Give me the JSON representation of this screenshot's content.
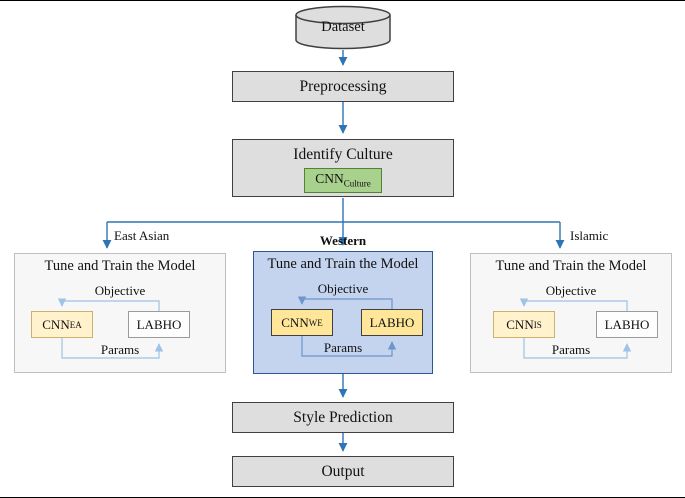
{
  "nodes": {
    "dataset": "Dataset",
    "preprocessing": "Preprocessing",
    "identify_culture": "Identify Culture",
    "cnn_culture": {
      "base": "CNN",
      "sub": "Culture"
    },
    "style_prediction": "Style Prediction",
    "output": "Output"
  },
  "branches": [
    {
      "label": "East Asian",
      "title": "Tune and Train the Model",
      "objective_label": "Objective",
      "params_label": "Params",
      "cnn": {
        "base": "CNN",
        "sub": "EA"
      },
      "optimizer": "LABHO",
      "highlighted": false
    },
    {
      "label": "Western",
      "title": "Tune and Train the Model",
      "objective_label": "Objective",
      "params_label": "Params",
      "cnn": {
        "base": "CNN",
        "sub": "WE"
      },
      "optimizer": "LABHO",
      "highlighted": true
    },
    {
      "label": "Islamic",
      "title": "Tune and Train the Model",
      "objective_label": "Objective",
      "params_label": "Params",
      "cnn": {
        "base": "CNN",
        "sub": "IS"
      },
      "optimizer": "LABHO",
      "highlighted": false
    }
  ],
  "edges": [
    "Dataset -> Preprocessing",
    "Preprocessing -> Identify Culture",
    "Identify Culture -> East Asian branch",
    "Identify Culture -> Western branch",
    "Identify Culture -> Islamic branch",
    "Western branch -> Style Prediction",
    "Style Prediction -> Output",
    "CNN <-> LABHO (Objective / Params loop)"
  ],
  "colors": {
    "arrow": "#2E75B6",
    "process_fill": "#DEDEDE",
    "process_border": "#404040",
    "culture_chip_fill": "#A9D18E",
    "culture_chip_border": "#548235",
    "center_box_fill": "#C4D3EE",
    "center_box_border": "#2E5597",
    "side_box_fill": "#F7F7F7",
    "side_box_border": "#BFBFBF",
    "yellow_strong": "#FFE699",
    "yellow_faint": "#FFF2CC",
    "loop_side": "#9DC3E6",
    "loop_center": "#6E95CC"
  }
}
